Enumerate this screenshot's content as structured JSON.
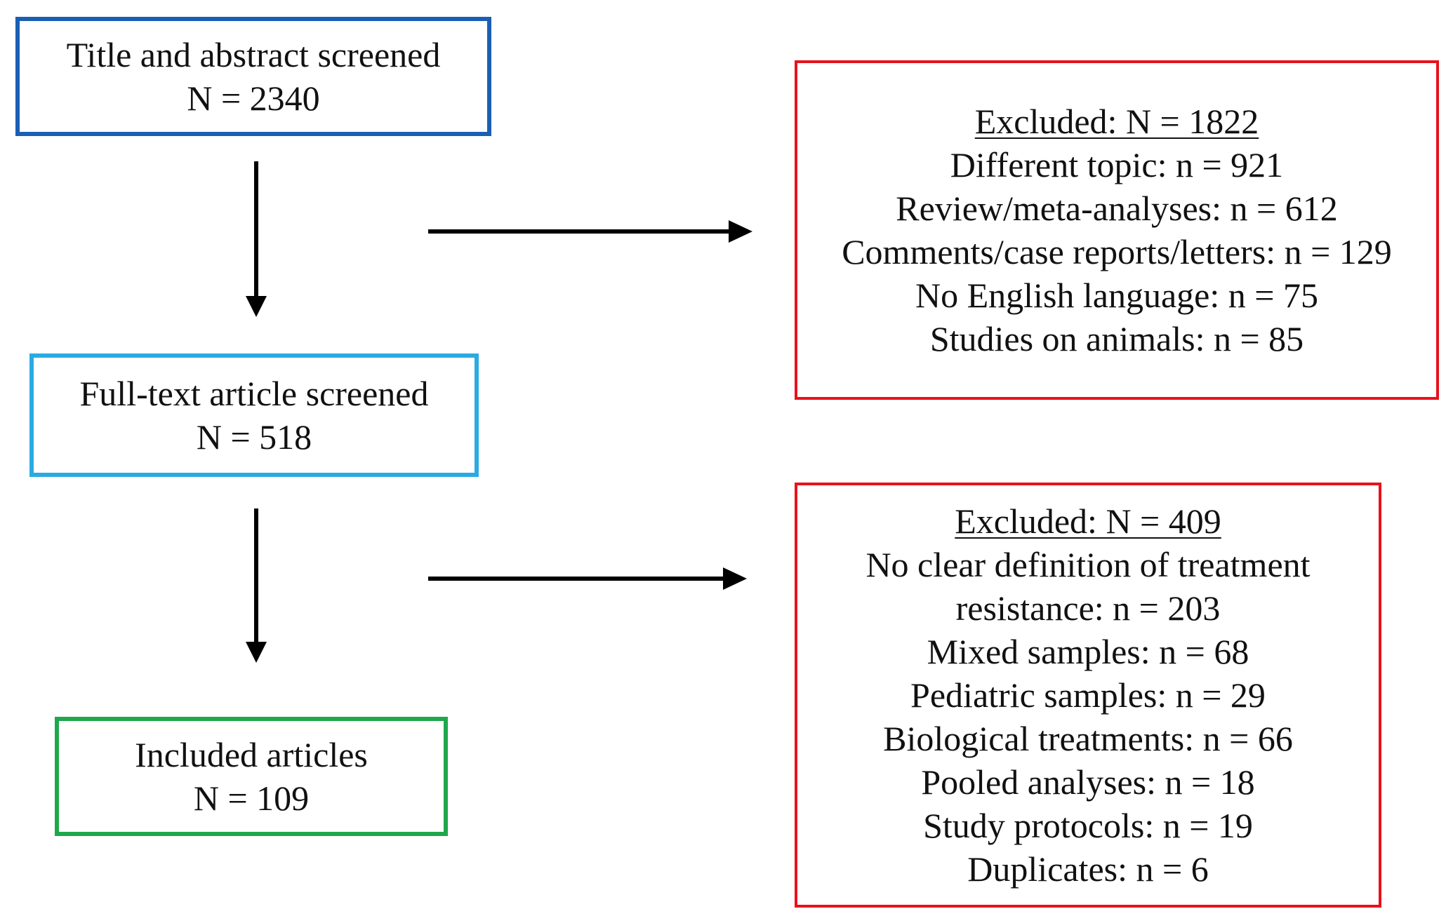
{
  "colors": {
    "screened": "#1a5fb4",
    "fulltext": "#29abe2",
    "included": "#1ea84b",
    "excluded": "#e8121c",
    "arrow": "#000000"
  },
  "title_abstract": {
    "label": "Title and abstract screened",
    "count": "N = 2340"
  },
  "full_text": {
    "label": "Full-text article screened",
    "count": "N = 518"
  },
  "included": {
    "label": "Included articles",
    "count": "N = 109"
  },
  "excluded_1": {
    "heading": "Excluded: N = 1822",
    "reasons": [
      "Different topic: n = 921",
      "Review/meta-analyses: n = 612",
      "Comments/case reports/letters: n = 129",
      "No English language: n = 75",
      "Studies on animals: n = 85"
    ]
  },
  "excluded_2": {
    "heading": "Excluded: N = 409",
    "reasons": [
      "No clear definition of treatment resistance: n = 203",
      "Mixed samples: n = 68",
      "Pediatric samples: n = 29",
      "Biological treatments: n = 66",
      "Pooled analyses: n = 18",
      "Study protocols: n = 19",
      "Duplicates: n = 6"
    ]
  }
}
